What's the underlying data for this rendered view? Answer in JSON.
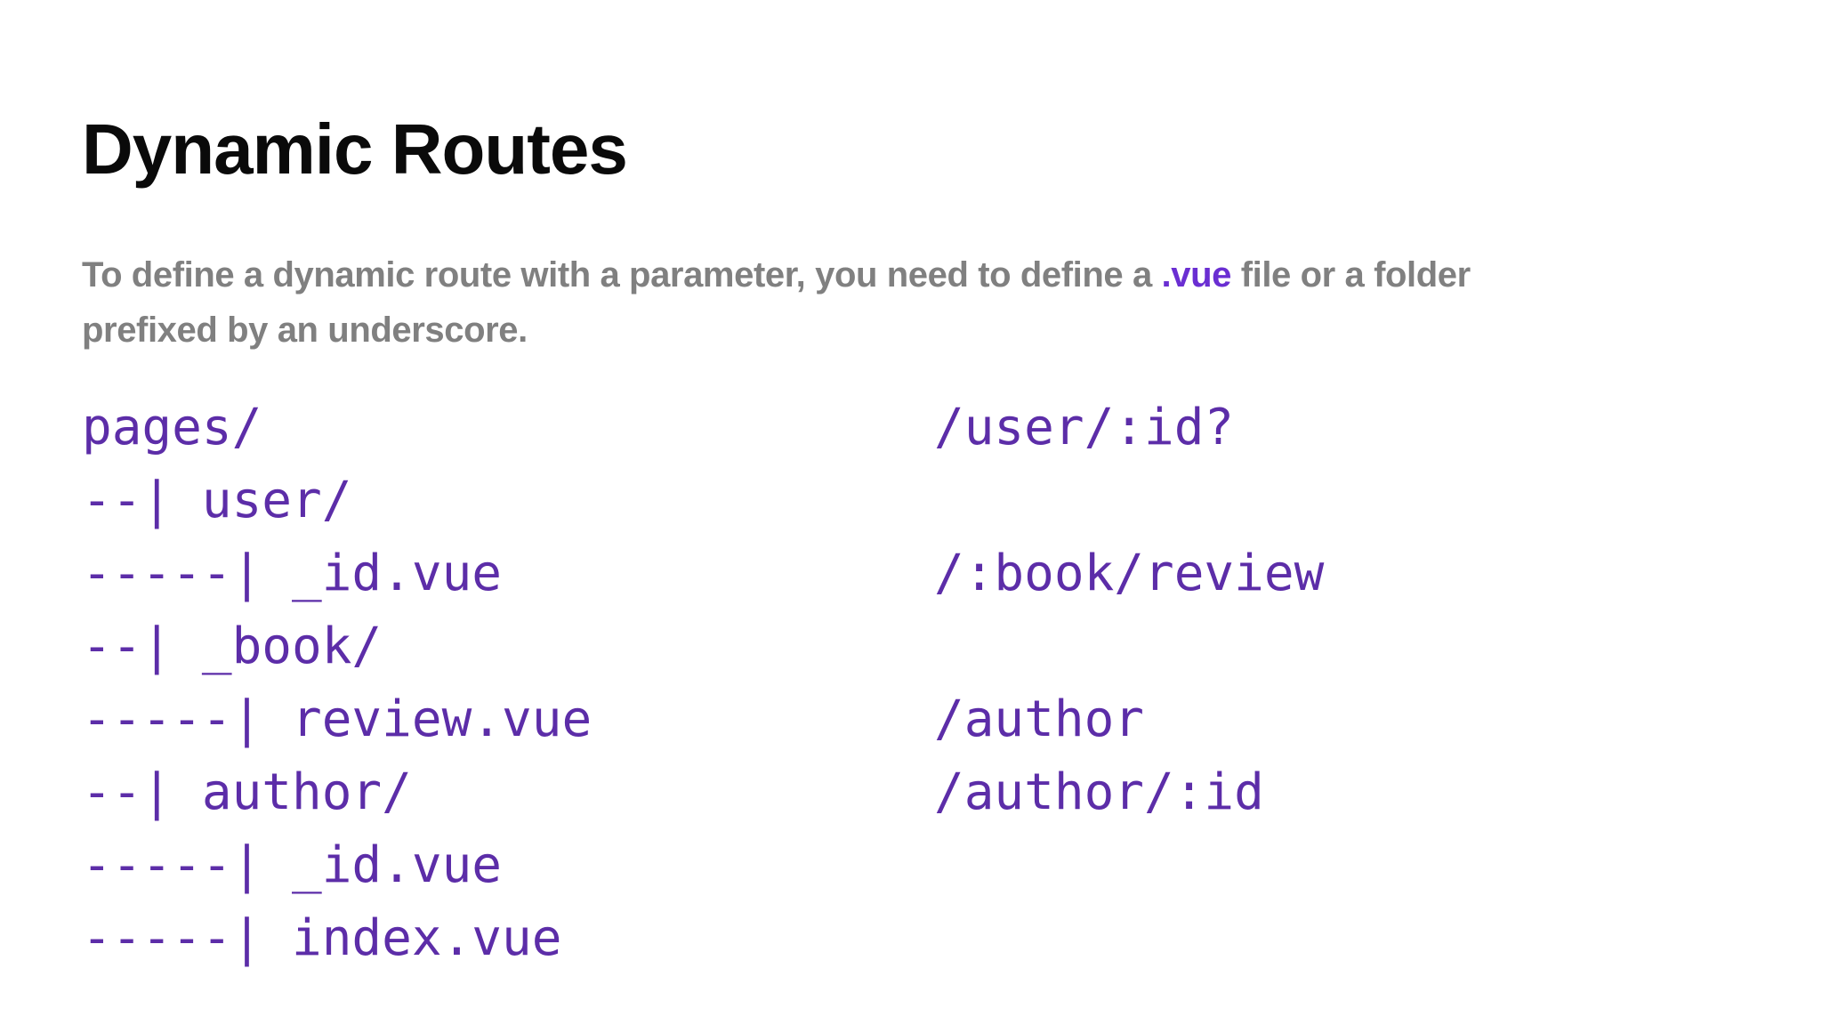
{
  "page": {
    "background_color": "#ffffff"
  },
  "heading": {
    "text": "Dynamic Routes",
    "color": "#0a0a0a"
  },
  "intro": {
    "text_before_code": "To define a dynamic route with a parameter, you need to define a ",
    "inline_code": ".vue",
    "text_after_code": " file or a folder",
    "text_line2": "prefixed by an underscore.",
    "text_color": "#808080",
    "inline_code_color": "#6a2ed2"
  },
  "code_block": {
    "text_color": "#5c2da8",
    "lines": [
      {
        "tree": "pages/",
        "route": "/user/:id?"
      },
      {
        "tree": "--| user/",
        "route": ""
      },
      {
        "tree": "-----| _id.vue",
        "route": "/:book/review"
      },
      {
        "tree": "--| _book/",
        "route": ""
      },
      {
        "tree": "-----| review.vue",
        "route": "/author"
      },
      {
        "tree": "--| author/",
        "route": "/author/:id"
      },
      {
        "tree": "-----| _id.vue",
        "route": ""
      },
      {
        "tree": "-----| index.vue",
        "route": ""
      }
    ]
  }
}
